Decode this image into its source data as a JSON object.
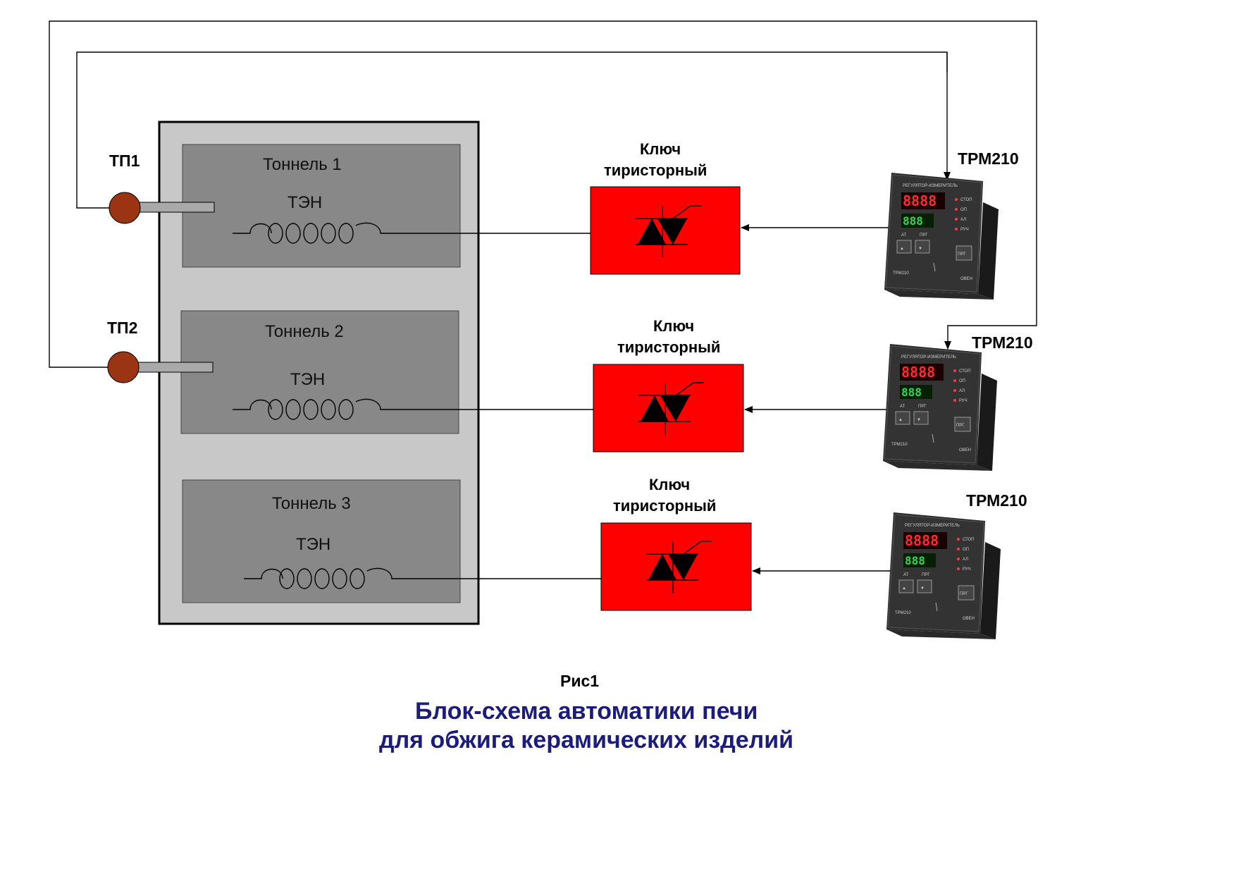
{
  "sensors": [
    {
      "label": "ТП1"
    },
    {
      "label": "ТП2"
    }
  ],
  "tunnels": [
    {
      "title": "Тоннель 1",
      "heater": "ТЭН"
    },
    {
      "title": "Тоннель 2",
      "heater": "ТЭН"
    },
    {
      "title": "Тоннель 3",
      "heater": "ТЭН"
    }
  ],
  "keys": [
    {
      "line1": "Ключ",
      "line2": "тиристорный"
    },
    {
      "line1": "Ключ",
      "line2": "тиристорный"
    },
    {
      "line1": "Ключ",
      "line2": "тиристорный"
    }
  ],
  "controllers": [
    {
      "label": "ТРМ210"
    },
    {
      "label": "ТРМ210"
    },
    {
      "label": "ТРМ210"
    }
  ],
  "caption": {
    "figure": "Рис1",
    "title_line1": "Блок-схема автоматики печи",
    "title_line2": "для обжига керамических изделий"
  },
  "colors": {
    "furnace_fill": "#c8c8c8",
    "tunnel_fill": "#888888",
    "key_fill": "#ff0000",
    "sensor_fill": "#9a3412",
    "title_color": "#1c1c7a"
  }
}
